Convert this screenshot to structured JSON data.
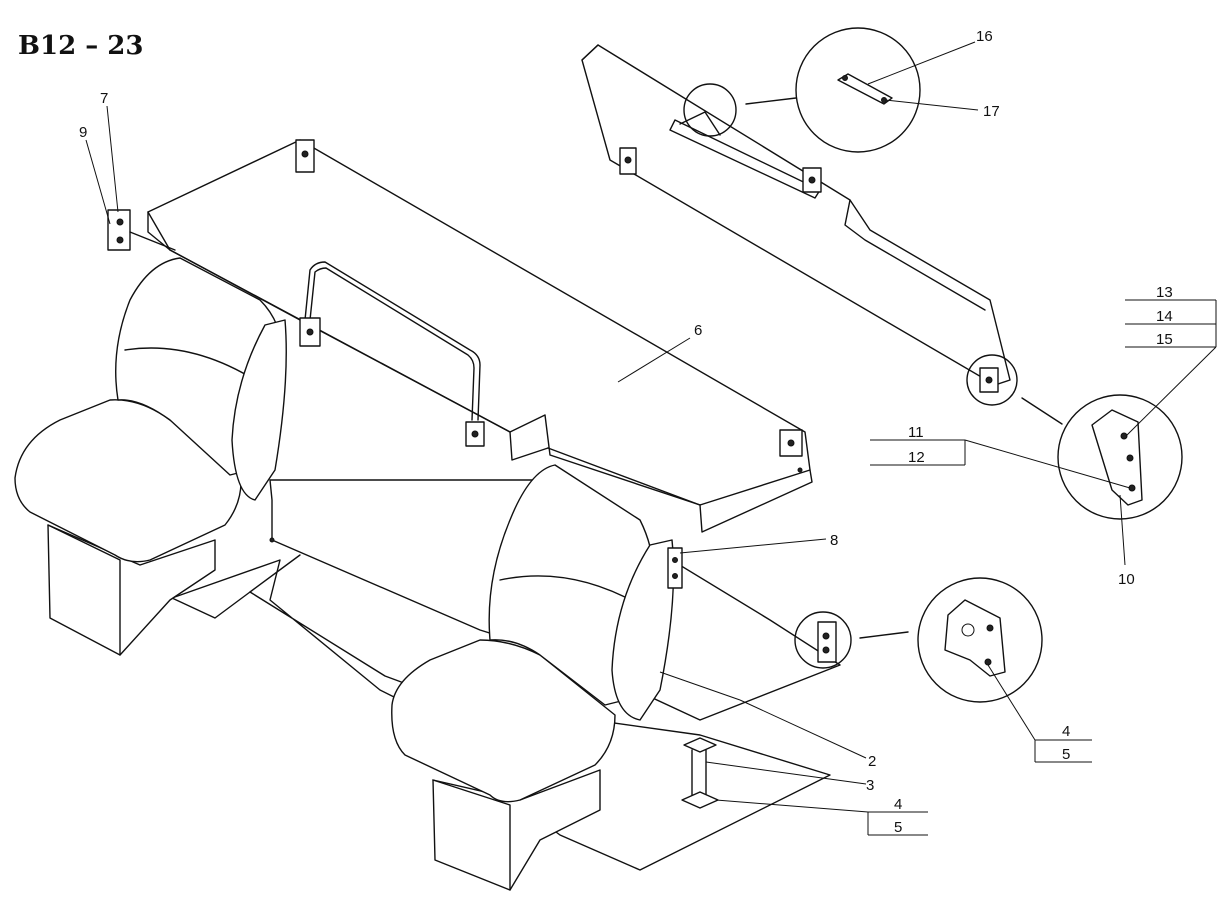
{
  "title": "B12 – 23",
  "callouts": {
    "c2": "2",
    "c3": "3",
    "c4a": "4",
    "c5a": "5",
    "c4b": "4",
    "c5b": "5",
    "c6": "6",
    "c7": "7",
    "c8": "8",
    "c9": "9",
    "c10": "10",
    "c11": "11",
    "c12": "12",
    "c13": "13",
    "c14": "14",
    "c15": "15",
    "c16": "16",
    "c17": "17"
  }
}
